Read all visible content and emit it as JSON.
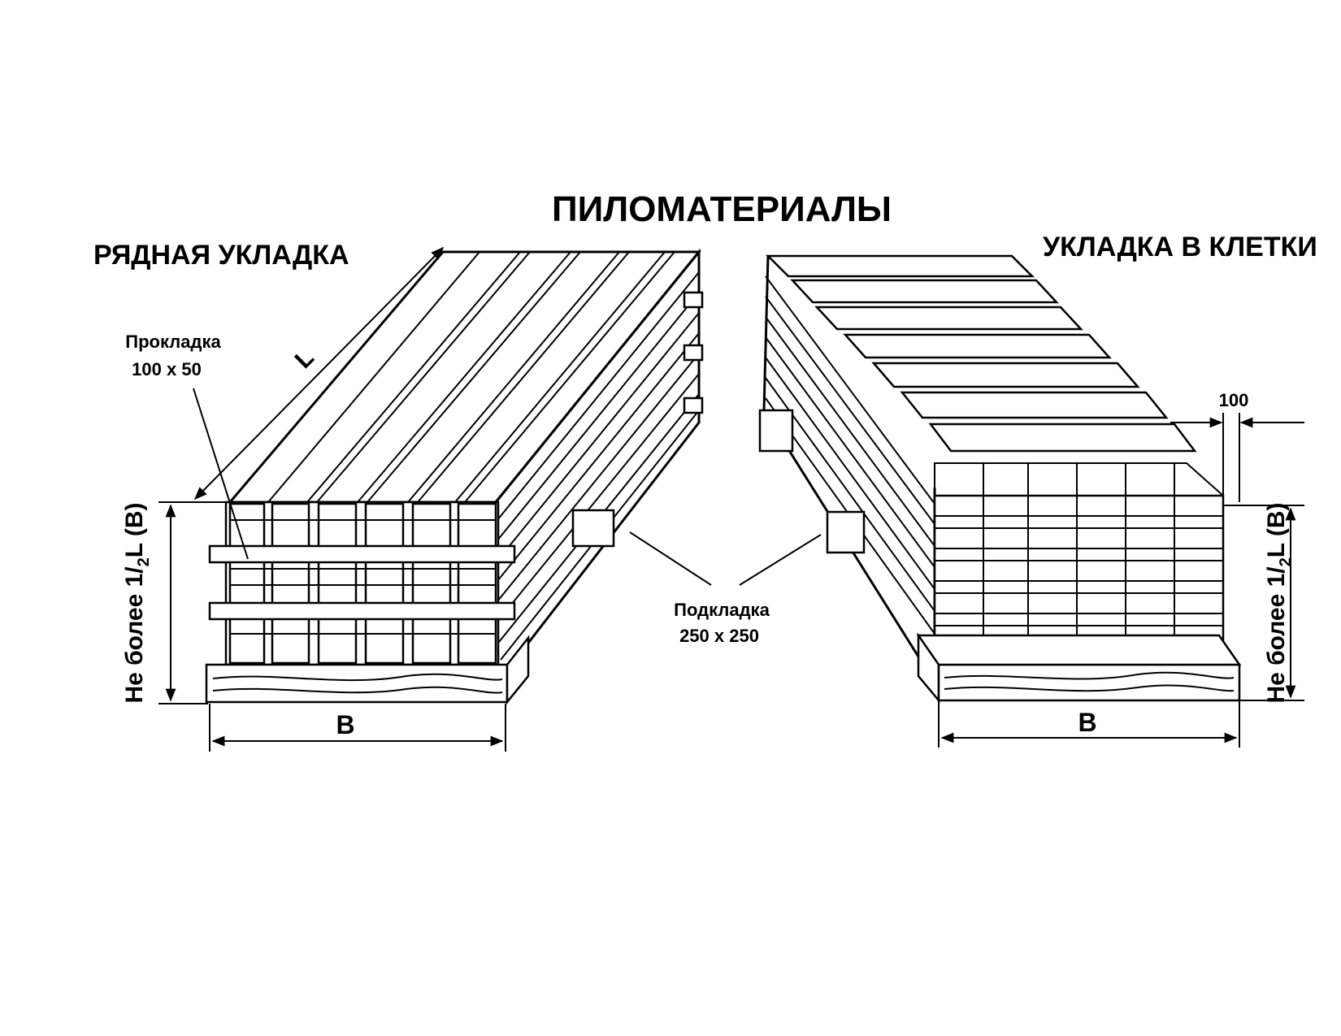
{
  "title": "ПИЛОМАТЕРИАЛЫ",
  "left": {
    "heading": "РЯДНАЯ УКЛАДКА",
    "spacer_label": "Прокладка",
    "spacer_size": "100 х 50",
    "length_label": "L",
    "height_text": "Не более ",
    "height_frac": "1/",
    "height_sub": "2",
    "height_rest": "L (В)",
    "width_label": "В"
  },
  "right": {
    "heading": "УКЛАДКА В КЛЕТКИ",
    "offset_label": "100",
    "height_text": "Не более ",
    "height_frac": "1/",
    "height_sub": "2",
    "height_rest": "L (В)",
    "width_label": "В"
  },
  "center": {
    "base_label": "Подкладка",
    "base_size": "250 х 250"
  }
}
